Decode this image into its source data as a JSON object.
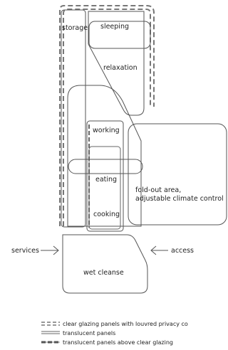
{
  "zones": {
    "storage": "storage",
    "sleeping": "sleeping",
    "relaxation": "relaxation",
    "working": "working",
    "eating": "eating",
    "cooking": "cooking",
    "foldout_line1": "fold-out area,",
    "foldout_line2": "adjustable climate control",
    "wet_cleanse": "wet cleanse"
  },
  "flows": {
    "services": "services",
    "access": "access"
  },
  "legend": [
    {
      "symbol": "double-dashed",
      "label": "clear glazing panels with louvred privacy co"
    },
    {
      "symbol": "double-solid",
      "label": "translucent panels"
    },
    {
      "symbol": "dash-over-solid",
      "label": "translucent panels above clear glazing"
    }
  ],
  "colors": {
    "line": "#555555",
    "dash": "#777777",
    "text": "#222222"
  }
}
